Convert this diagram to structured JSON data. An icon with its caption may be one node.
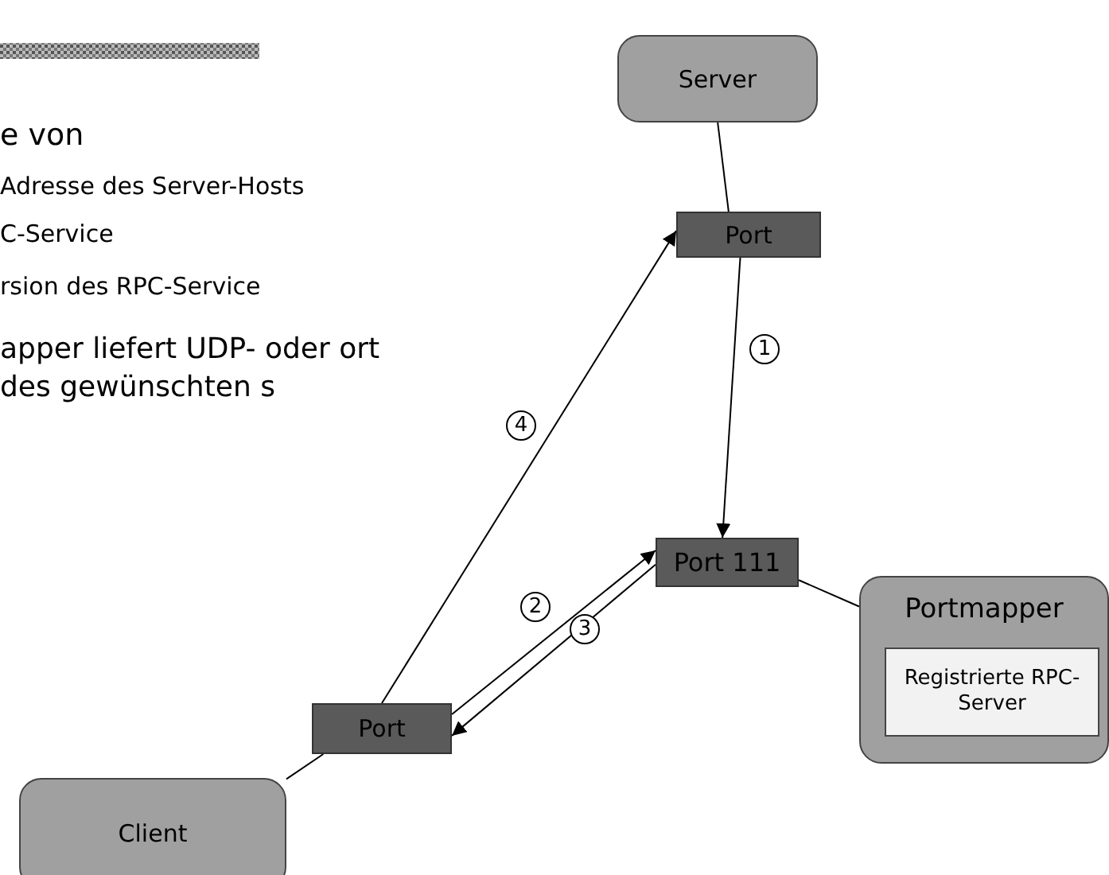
{
  "diagram": {
    "nodes": [
      {
        "text": [
          "Server"
        ]
      },
      {
        "text": [
          "Port"
        ]
      },
      {
        "text": [
          "Port 111"
        ]
      },
      {
        "text": [
          "Portmapper"
        ]
      },
      {
        "text": [
          "Registrierte RPC-Server"
        ],
        "in": 3
      },
      {
        "text": [
          "Port"
        ]
      },
      {
        "text": [
          "Client"
        ]
      }
    ],
    "edges": [
      {
        "from": 0,
        "to": 1,
        "arrow": "none"
      },
      {
        "from": 1,
        "to": 2,
        "arrow": "to",
        "label": "1"
      },
      {
        "from": 2,
        "to": 3,
        "arrow": "none"
      },
      {
        "from": 5,
        "to": 2,
        "arrow": "to",
        "label": "2"
      },
      {
        "from": 2,
        "to": 5,
        "arrow": "to",
        "label": "3"
      },
      {
        "from": 5,
        "to": 1,
        "arrow": "to",
        "label": "4"
      },
      {
        "from": 6,
        "to": 5,
        "arrow": "none"
      }
    ],
    "labels": [
      "e von",
      "Adresse des Server-Hosts",
      "C-Service",
      "rsion des RPC-Service",
      "apper liefert UDP- oder ort des gewünschten s"
    ]
  }
}
